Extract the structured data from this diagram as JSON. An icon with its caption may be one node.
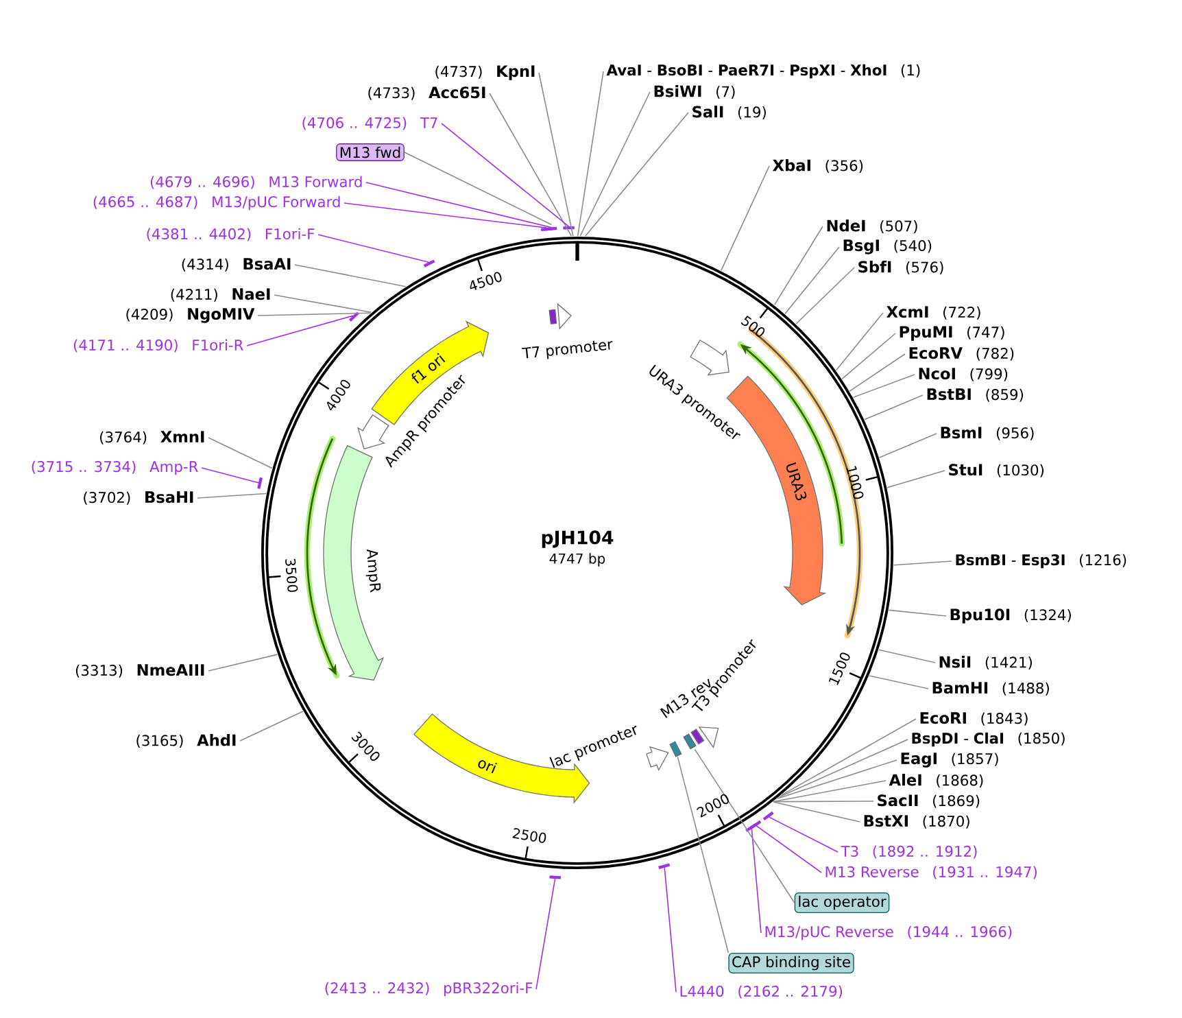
{
  "diagram": {
    "title": "pJH104",
    "nodes": [
      {
        "text": [
          "(4737)",
          "KpnI"
        ]
      },
      {
        "text": [
          "(4733)",
          "Acc65I"
        ]
      },
      {
        "text": [
          "(4706 .. 4725)",
          "T7"
        ]
      },
      {
        "text": [
          "M13 fwd"
        ]
      },
      {
        "text": [
          "(4679 .. 4696)",
          "M13 Forward"
        ]
      },
      {
        "text": [
          "(4665 .. 4687)",
          "M13/pUC Forward"
        ]
      },
      {
        "text": [
          "(4381 .. 4402)",
          "F1ori-F"
        ]
      },
      {
        "text": [
          "(4314)",
          "BsaAI"
        ]
      },
      {
        "text": [
          "(4211)",
          "NaeI"
        ]
      },
      {
        "text": [
          "(4209)",
          "NgoMIV"
        ]
      },
      {
        "text": [
          "(4171 .. 4190)",
          "F1ori-R"
        ]
      },
      {
        "text": [
          "(3764)",
          "XmnI"
        ]
      },
      {
        "text": [
          "(3715 .. 3734)",
          "Amp-R"
        ]
      },
      {
        "text": [
          "(3702)",
          "BsaHI"
        ]
      },
      {
        "text": [
          "(3313)",
          "NmeAIII"
        ]
      },
      {
        "text": [
          "(3165)",
          "AhdI"
        ]
      },
      {
        "text": [
          "(2413 .. 2432)",
          "pBR322ori-F"
        ]
      },
      {
        "text": [
          "L4440",
          "(2162 .. 2179)"
        ]
      },
      {
        "text": [
          "CAP binding site"
        ]
      },
      {
        "text": [
          "M13/pUC Reverse",
          "(1944 .. 1966)"
        ]
      },
      {
        "text": [
          "lac operator"
        ]
      },
      {
        "text": [
          "M13 Reverse",
          "(1931 .. 1947)"
        ]
      },
      {
        "text": [
          "T3",
          "(1892 .. 1912)"
        ]
      },
      {
        "text": [
          "**AvaI** - **BsoBI** - **PaeR7I** - **PspXI** - **XhoI**",
          "(1)"
        ]
      },
      {
        "text": [
          "BsiWI",
          "(7)"
        ]
      },
      {
        "text": [
          "SalI",
          "(19)"
        ]
      },
      {
        "text": [
          "XbaI",
          "(356)"
        ]
      },
      {
        "text": [
          "NdeI",
          "(507)"
        ]
      },
      {
        "text": [
          "BsgI",
          "(540)"
        ]
      },
      {
        "text": [
          "SbfI",
          "(576)"
        ]
      },
      {
        "text": [
          "XcmI",
          "(722)"
        ]
      },
      {
        "text": [
          "PpuMI",
          "(747)"
        ]
      },
      {
        "text": [
          "EcoRV",
          "(782)"
        ]
      },
      {
        "text": [
          "NcoI",
          "(799)"
        ]
      },
      {
        "text": [
          "BstBI",
          "(859)"
        ]
      },
      {
        "text": [
          "BsmI",
          "(956)"
        ]
      },
      {
        "text": [
          "StuI",
          "(1030)"
        ]
      },
      {
        "text": [
          "**BsmBI** - **Esp3I**",
          "(1216)"
        ]
      },
      {
        "text": [
          "Bpu10I",
          "(1324)"
        ]
      },
      {
        "text": [
          "NsiI",
          "(1421)"
        ]
      },
      {
        "text": [
          "BamHI",
          "(1488)"
        ]
      },
      {
        "text": [
          "EcoRI",
          "(1843)"
        ]
      },
      {
        "text": [
          "**BspDI** - **ClaI**",
          "(1850)"
        ]
      },
      {
        "text": [
          "EagI",
          "(1857)"
        ]
      },
      {
        "text": [
          "AleI",
          "(1868)"
        ]
      },
      {
        "text": [
          "SacII",
          "(1869)"
        ]
      },
      {
        "text": [
          "BstXI",
          "(1870)"
        ]
      },
      {
        "text": [
          "f1 ori"
        ]
      },
      {
        "text": [
          "AmpR promoter"
        ]
      },
      {
        "text": [
          "AmpR"
        ]
      },
      {
        "text": [
          "ori"
        ]
      },
      {
        "text": [
          "lac promoter"
        ]
      },
      {
        "text": [
          "M13 rev"
        ]
      },
      {
        "text": [
          "T3 promoter"
        ]
      },
      {
        "text": [
          "T7 promoter"
        ]
      },
      {
        "text": [
          "URA3 promoter"
        ]
      },
      {
        "text": [
          "URA3"
        ]
      },
      {
        "text": [],
        "shape": "box"
      },
      {
        "text": [],
        "shape": "box"
      }
    ],
    "edges": [
      {
        "from": 0,
        "to": null,
        "arrow": "none"
      },
      {
        "from": 1,
        "to": null,
        "arrow": "none"
      },
      {
        "from": 2,
        "to": null,
        "arrow": "none",
        "color": "#a030e8"
      },
      {
        "from": 3,
        "to": null,
        "arrow": "none"
      },
      {
        "from": 4,
        "to": null,
        "arrow": "none",
        "color": "#a030e8"
      },
      {
        "from": 5,
        "to": null,
        "arrow": "none",
        "color": "#a030e8"
      },
      {
        "from": 6,
        "to": null,
        "arrow": "none",
        "color": "#a030e8"
      },
      {
        "from": 7,
        "to": null,
        "arrow": "none"
      },
      {
        "from": 8,
        "to": null,
        "arrow": "none"
      },
      {
        "from": 9,
        "to": null,
        "arrow": "none"
      },
      {
        "from": 10,
        "to": null,
        "arrow": "none",
        "color": "#a030e8"
      },
      {
        "from": 11,
        "to": null,
        "arrow": "none"
      },
      {
        "from": 12,
        "to": null,
        "arrow": "none",
        "color": "#a030e8"
      },
      {
        "from": 13,
        "to": null,
        "arrow": "none"
      },
      {
        "from": 14,
        "to": null,
        "arrow": "none"
      },
      {
        "from": 15,
        "to": null,
        "arrow": "none"
      },
      {
        "from": 16,
        "to": null,
        "arrow": "none",
        "color": "#a030e8"
      },
      {
        "from": 17,
        "to": null,
        "arrow": "none",
        "color": "#a030e8"
      },
      {
        "from": 18,
        "to": 57,
        "arrow": "none"
      },
      {
        "from": 19,
        "to": null,
        "arrow": "none",
        "color": "#a030e8"
      },
      {
        "from": 20,
        "to": 58,
        "arrow": "none"
      },
      {
        "from": 21,
        "to": null,
        "arrow": "none",
        "color": "#a030e8"
      },
      {
        "from": 22,
        "to": null,
        "arrow": "none",
        "color": "#a030e8"
      },
      {
        "from": 23,
        "to": null,
        "arrow": "none"
      },
      {
        "from": 24,
        "to": null,
        "arrow": "none"
      },
      {
        "from": 25,
        "to": null,
        "arrow": "none"
      },
      {
        "from": 26,
        "to": null,
        "arrow": "none"
      },
      {
        "from": 27,
        "to": null,
        "arrow": "none"
      },
      {
        "from": 28,
        "to": null,
        "arrow": "none"
      },
      {
        "from": 29,
        "to": null,
        "arrow": "none"
      },
      {
        "from": 30,
        "to": null,
        "arrow": "none"
      },
      {
        "from": 31,
        "to": null,
        "arrow": "none"
      },
      {
        "from": 32,
        "to": null,
        "arrow": "none"
      },
      {
        "from": 33,
        "to": null,
        "arrow": "none"
      },
      {
        "from": 34,
        "to": null,
        "arrow": "none"
      },
      {
        "from": 35,
        "to": null,
        "arrow": "none"
      },
      {
        "from": 36,
        "to": null,
        "arrow": "none"
      },
      {
        "from": 37,
        "to": null,
        "arrow": "none"
      },
      {
        "from": 38,
        "to": null,
        "arrow": "none"
      },
      {
        "from": 39,
        "to": null,
        "arrow": "none"
      },
      {
        "from": 40,
        "to": null,
        "arrow": "none"
      },
      {
        "from": 41,
        "to": null,
        "arrow": "none"
      },
      {
        "from": 42,
        "to": null,
        "arrow": "none"
      },
      {
        "from": 43,
        "to": null,
        "arrow": "none"
      },
      {
        "from": 44,
        "to": null,
        "arrow": "none"
      },
      {
        "from": 45,
        "to": null,
        "arrow": "none"
      },
      {
        "from": 46,
        "to": null,
        "arrow": "none"
      }
    ],
    "labels": [
      "4747 bp",
      "500",
      "1000",
      "1500",
      "2000",
      "2500",
      "3000",
      "3500",
      "4000",
      "4500"
    ]
  }
}
